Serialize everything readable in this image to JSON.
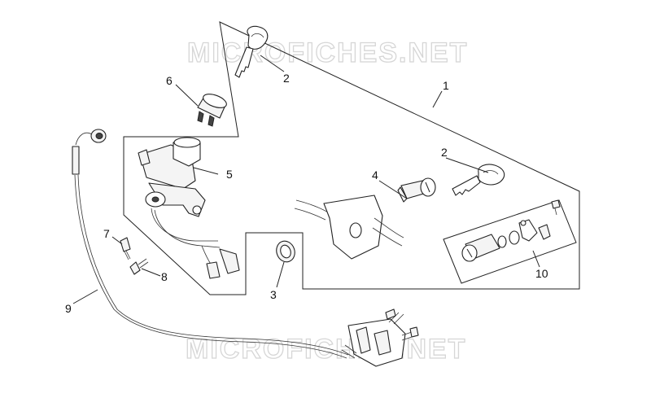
{
  "watermark": {
    "top": "MICROFICHES.NET",
    "bottom": "MICROFICHES.NET"
  },
  "callouts": [
    "1",
    "2",
    "2",
    "3",
    "4",
    "5",
    "6",
    "7",
    "8",
    "9",
    "10"
  ],
  "colors": {
    "line": "#222222",
    "watermark": "#d6d6d6",
    "background": "#ffffff"
  }
}
